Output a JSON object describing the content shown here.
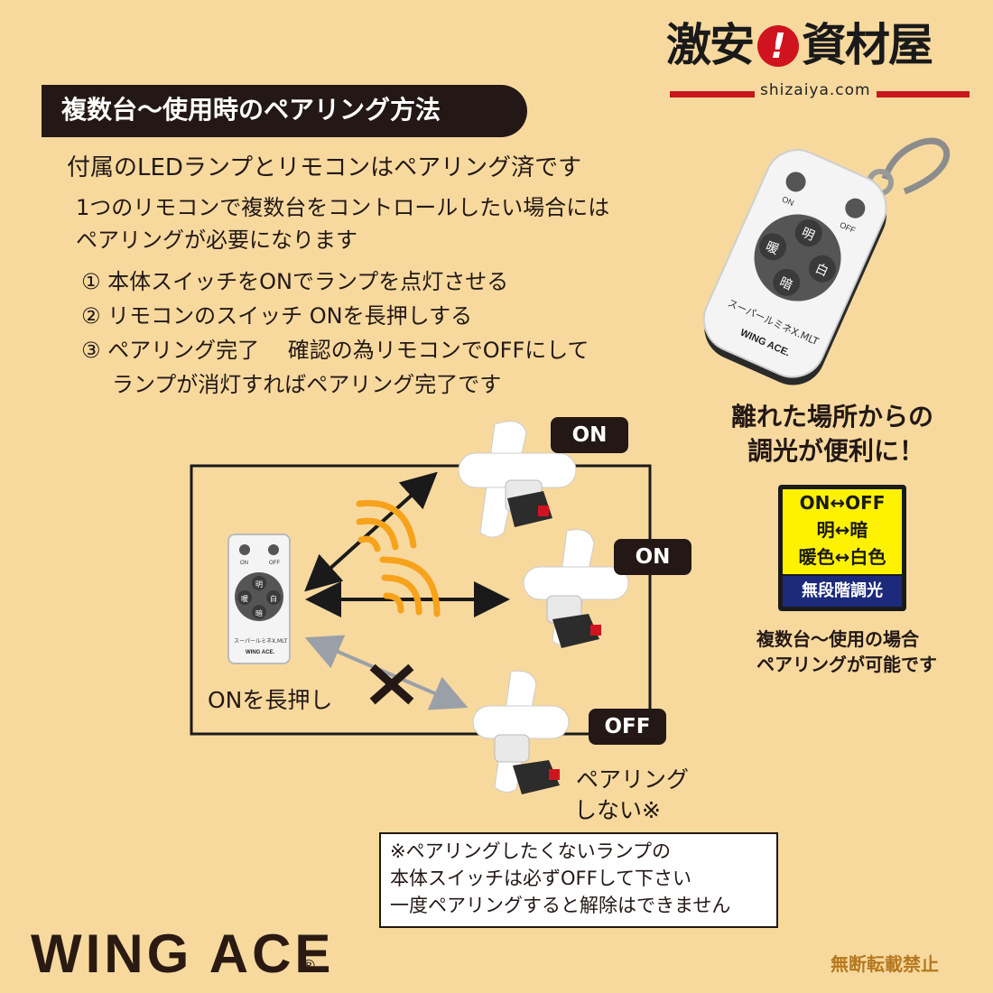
{
  "logo": {
    "part1": "激安",
    "excl": "!",
    "part2": "資材屋",
    "url": "shizaiya.com"
  },
  "heading": "複数台～使用時のペアリング方法",
  "intro": {
    "line1": "付属のLEDランプとリモコンはペアリング済です",
    "line2": "1つのリモコンで複数台をコントロールしたい場合には",
    "line3": "ペアリングが必要になります"
  },
  "steps": [
    "① 本体スイッチをONでランプを点灯させる",
    "② リモコンのスイッチ ONを長押しする",
    "③ ペアリング完了　 確認の為リモコンでOFFにして",
    "ランプが消灯すればペアリング完了です"
  ],
  "remote": {
    "on": "ON",
    "off": "OFF",
    "b1": "明",
    "b2": "暖",
    "b3": "白",
    "b4": "暗",
    "model": "スーパールミネX.MLT",
    "brand": "WING ACE."
  },
  "diagram": {
    "lamp1_state": "ON",
    "lamp2_state": "ON",
    "lamp3_state": "OFF",
    "hold_caption": "ONを長押し",
    "no_pair_line1": "ペアリング",
    "no_pair_line2": "しない※"
  },
  "note": {
    "line1": "※ペアリングしたくないランプの",
    "line2": "本体スイッチは必ずOFFして下さい",
    "line3": "一度ペアリングすると解除はできません"
  },
  "promo": {
    "line1": "離れた場所からの",
    "line2": "調光が便利に！"
  },
  "badge": {
    "row1": "ON↔OFF",
    "row2": "明↔暗",
    "row3": "暖色↔白色",
    "bottom": "無段階調光"
  },
  "multi": {
    "line1": "複数台～使用の場合",
    "line2": "ペアリングが可能です"
  },
  "footer": {
    "brand": "WING ACE",
    "reg": "®",
    "copyright": "無断転載禁止"
  },
  "colors": {
    "background": "#f7d99e",
    "dark": "#231815",
    "accent_red": "#c8161d",
    "wave_orange": "#f7a21b",
    "badge_yellow": "#fff200",
    "badge_blue": "#1d2a7b"
  }
}
